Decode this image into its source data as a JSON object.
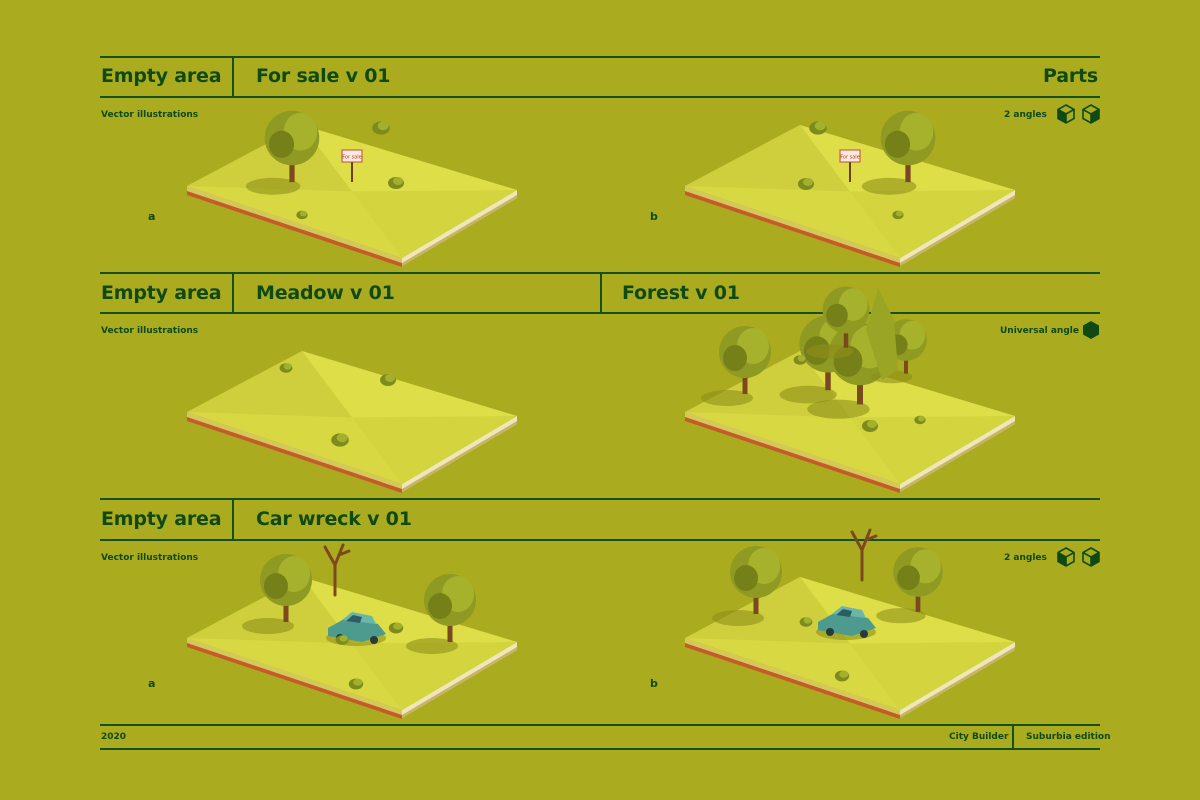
{
  "sections": [
    {
      "category": "Empty area",
      "titles": [
        "For sale v 01"
      ],
      "right_title": "Parts",
      "subtitle": "Vector illustrations",
      "angle_label": "2 angles",
      "variant_labels": [
        "a",
        "b"
      ],
      "sign_text": "For sale"
    },
    {
      "category": "Empty area",
      "titles": [
        "Meadow v 01",
        "Forest v 01"
      ],
      "subtitle": "Vector illustrations",
      "angle_label": "Universal angle"
    },
    {
      "category": "Empty area",
      "titles": [
        "Car wreck v 01"
      ],
      "subtitle": "Vector illustrations",
      "angle_label": "2 angles",
      "variant_labels": [
        "a",
        "b"
      ]
    }
  ],
  "footer": {
    "year": "2020",
    "product": "City Builder",
    "edition": "Suburbia edition"
  },
  "icons": {
    "angle_icon_left": "isometric-cube-left-icon",
    "angle_icon_right": "isometric-cube-right-icon",
    "universal_icon": "hexagon-icon"
  },
  "colors": {
    "background": "#abab1f",
    "text": "#0f4a14",
    "tile_top": "#d8d842",
    "tile_side_left": "#b7b92a",
    "tile_soil": "#c55a2a",
    "tree": "#8f9a22",
    "car": "#4d9a8e"
  }
}
